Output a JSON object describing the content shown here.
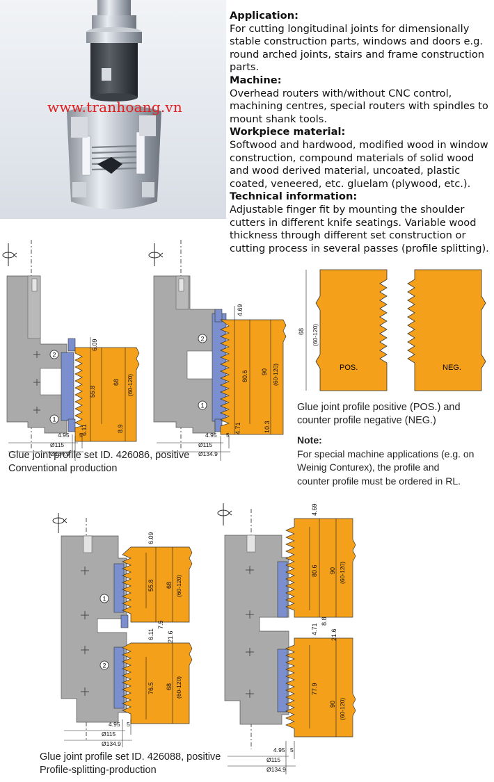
{
  "watermark": "www.tranhoang.vn",
  "info": {
    "application_heading": "Application:",
    "application_text": "For cutting longitudinal joints for dimensionally stable construction parts, windows and doors e.g. round arched joints, stairs and frame construction parts.",
    "machine_heading": "Machine:",
    "machine_text": "Overhead routers with/without CNC control, machining centres, special routers with spindles to mount shank tools.",
    "workpiece_heading": "Workpiece material:",
    "workpiece_text": "Softwood and hardwood, modified wood in window construction, compound materials of solid wood and wood derived material, uncoated, plastic coated, veneered, etc. gluelam (plywood, etc.).",
    "technical_heading": "Technical information:",
    "technical_text": "Adjustable finger fit by mounting the shoulder cutters in different knife seatings. Variable wood thickness through different set construction or cutting process in several passes (profile splitting)."
  },
  "diagram_a": {
    "top_dim": "6.09",
    "mid_dim": "55.8",
    "height_dim": "68",
    "height_range": "(60-120)",
    "bottom_left_dim": "6.11",
    "bottom_right_dim": "8.9",
    "circle_top": "2",
    "circle_bottom": "1",
    "dim_495": "4.95",
    "dim_5": "5",
    "dim_115": "Ø115",
    "dim_1349": "Ø134.9"
  },
  "diagram_b": {
    "top_dim": "4.69",
    "mid_dim": "80.6",
    "height_dim": "90",
    "height_range": "(60-120)",
    "bottom_left_dim": "4.71",
    "bottom_right_dim": "10.3",
    "circle_top": "2",
    "circle_bottom": "1",
    "dim_495": "4.95",
    "dim_5": "5",
    "dim_115": "Ø115",
    "dim_1349": "Ø134.9"
  },
  "diagram_profile": {
    "height_dim": "68",
    "height_range": "(60-120)",
    "pos_label": "POS.",
    "neg_label": "NEG."
  },
  "diagram_c": {
    "top_dim": "6.09",
    "mid_top_dim": "55.8",
    "height_top": "68",
    "range_top": "(60-120)",
    "gap_a": "6.11",
    "gap_b": "7.5",
    "gap_c": "21.6",
    "mid_bottom_dim": "76.5",
    "height_bottom": "68",
    "range_bottom": "(60-120)",
    "circle_top": "1",
    "circle_bottom": "2",
    "dim_495": "4.95",
    "dim_5": "5",
    "dim_115": "Ø115",
    "dim_1349": "Ø134.9"
  },
  "diagram_d": {
    "top_dim": "4.69",
    "mid_top_dim": "80.6",
    "height_top": "90",
    "range_top": "(60-120)",
    "gap_a": "4.71",
    "gap_b": "8.8",
    "gap_c": "21.6",
    "mid_bottom_dim": "77.9",
    "height_bottom": "90",
    "range_bottom": "(60-120)",
    "dim_495": "4.95",
    "dim_5": "5",
    "dim_115": "Ø115",
    "dim_1349": "Ø134.9"
  },
  "captions": {
    "profile_line1": "Glue joint profile positive (POS.) and",
    "profile_line2": "counter profile negative (NEG.)",
    "note_heading": "Note:",
    "note_line1": "For special machine applications (e.g. on",
    "note_line2": "Weinig Conturex), the profile and",
    "note_line3": "counter profile must be ordered in RL.",
    "set1_line1": "Glue joint profile set ID. 426086, positive",
    "set1_line2": "Conventional production",
    "set2_line1": "Glue joint profile set ID. 426088, positive",
    "set2_line2": "Profile-splitting-production"
  },
  "colors": {
    "wood": "#f5a01a",
    "tool_grey": "#a9a9a9",
    "knife_blue": "#7b8fce",
    "red_watermark": "#e0201f"
  }
}
